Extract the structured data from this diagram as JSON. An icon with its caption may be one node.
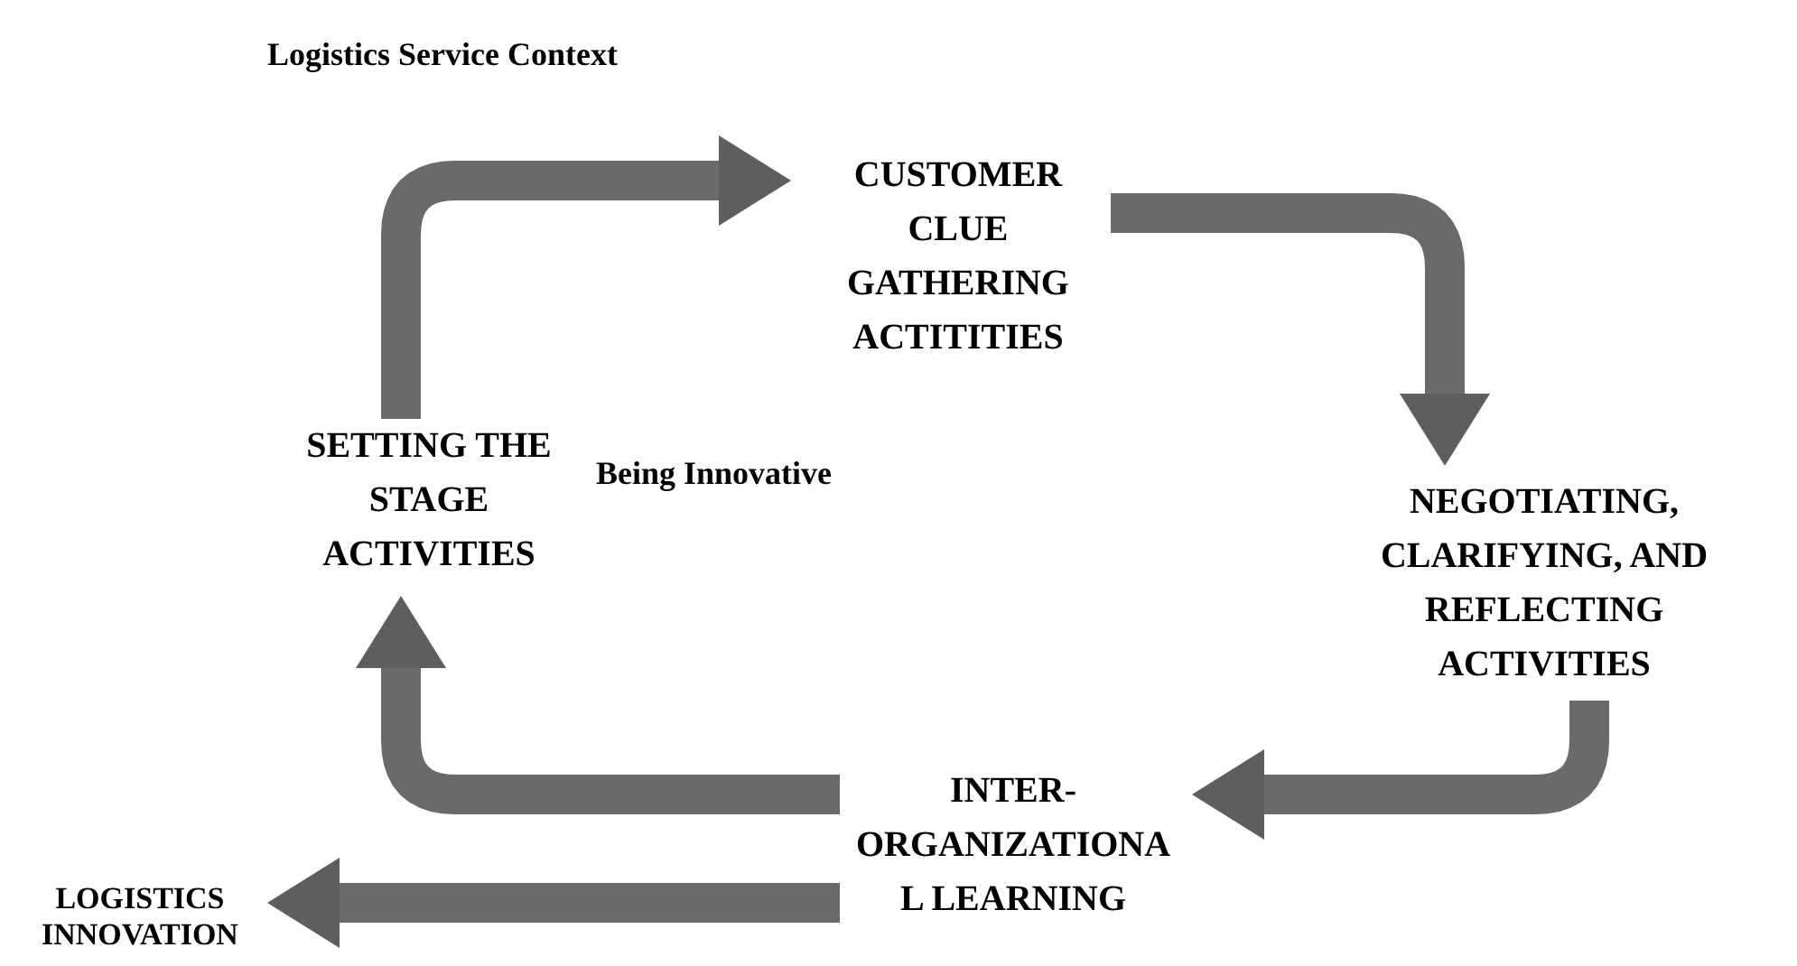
{
  "diagram": {
    "title": "Logistics Service Context",
    "nodes": [
      {
        "text": [
          "SETTING THE STAGE ACTIVITIES"
        ]
      },
      {
        "text": [
          "CUSTOMER CLUE GATHERING ACTITITIES"
        ]
      },
      {
        "text": [
          "NEGOTIATING, CLARIFYING, AND REFLECTING ACTIVITIES"
        ]
      },
      {
        "text": [
          "INTER- ORGANIZATIONA L LEARNING"
        ]
      },
      {
        "text": [
          "LOGISTICS INNOVATION"
        ]
      }
    ],
    "edges": [
      {
        "from": 0,
        "to": 1,
        "arrow": "to"
      },
      {
        "from": 1,
        "to": 2,
        "arrow": "to"
      },
      {
        "from": 2,
        "to": 3,
        "arrow": "to"
      },
      {
        "from": 3,
        "to": 0,
        "arrow": "to"
      },
      {
        "from": 3,
        "to": 4,
        "arrow": "to"
      }
    ],
    "labels": [
      "Being Innovative"
    ]
  }
}
